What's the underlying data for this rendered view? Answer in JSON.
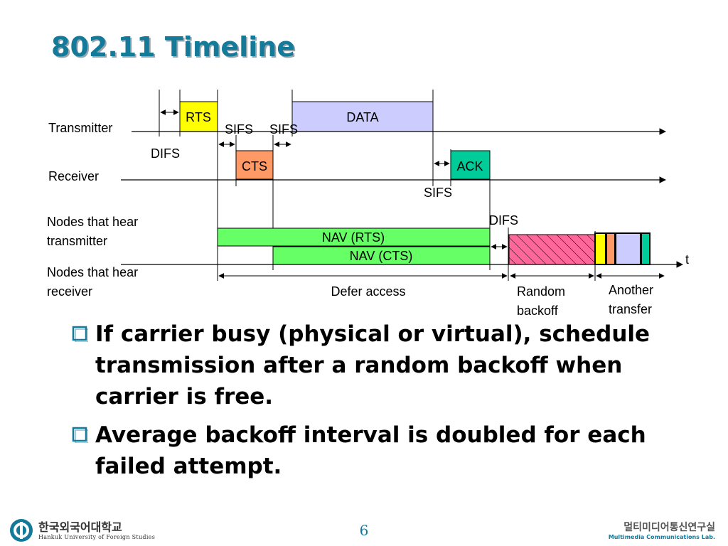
{
  "slide": {
    "title": "802.11 Timeline",
    "page_number": "6"
  },
  "diagram": {
    "rows": {
      "transmitter": "Transmitter",
      "receiver": "Receiver",
      "hear_tx_line1": "Nodes that hear",
      "hear_tx_line2": "transmitter",
      "hear_rx_line1": "Nodes that hear",
      "hear_rx_line2": "receiver"
    },
    "frames": {
      "rts": "RTS",
      "data": "DATA",
      "cts": "CTS",
      "ack": "ACK",
      "nav_rts": "NAV (RTS)",
      "nav_cts": "NAV (CTS)"
    },
    "intervals": {
      "difs_1": "DIFS",
      "sifs_1": "SIFS",
      "sifs_2": "SIFS",
      "sifs_3": "SIFS",
      "difs_2": "DIFS"
    },
    "spans": {
      "defer_access": "Defer access",
      "random_backoff_line1": "Random",
      "random_backoff_line2": "backoff",
      "another_transfer_line1": "Another",
      "another_transfer_line2": "transfer",
      "time_axis": "t"
    },
    "colors": {
      "rts": "#ffff00",
      "data": "#ccccff",
      "cts": "#ff9966",
      "ack": "#00cc99",
      "nav": "#66ff66",
      "backoff": "#ff6699"
    }
  },
  "bullets": [
    "If carrier busy (physical or virtual), schedule transmission after a random backoff when carrier is free.",
    "Average backoff interval is doubled for each failed attempt."
  ],
  "footer": {
    "university_ko": "한국외국어대학교",
    "university_en": "Hankuk University of Foreign Studies",
    "lab_ko": "멀티미디어통신연구실",
    "lab_en": "Multimedia Communications Lab."
  }
}
